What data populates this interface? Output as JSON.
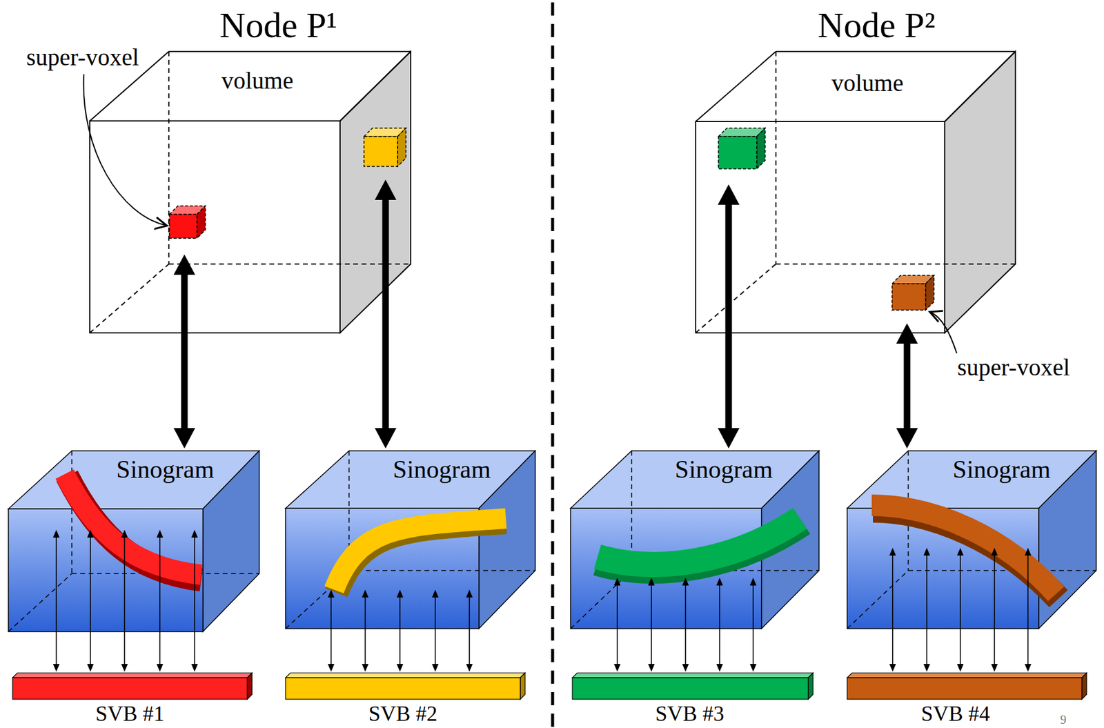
{
  "diagram": {
    "nodes": [
      {
        "text": [
          "volume"
        ]
      },
      {
        "text": [
          "Sinogram"
        ]
      },
      {
        "text": [
          "SVB #1"
        ]
      },
      {
        "text": [
          "Sinogram"
        ]
      },
      {
        "text": [
          "SVB #2"
        ]
      },
      {
        "text": [
          "volume"
        ]
      },
      {
        "text": [
          "Sinogram"
        ]
      },
      {
        "text": [
          "SVB #3"
        ]
      },
      {
        "text": [
          "Sinogram"
        ]
      },
      {
        "text": [
          "SVB #4"
        ]
      }
    ],
    "edges": [
      {
        "from": 0,
        "to": 1,
        "arrow": "both"
      },
      {
        "from": 0,
        "to": 3,
        "arrow": "both"
      },
      {
        "from": 1,
        "to": 2,
        "arrow": "both"
      },
      {
        "from": 3,
        "to": 4,
        "arrow": "both"
      },
      {
        "from": 5,
        "to": 6,
        "arrow": "both"
      },
      {
        "from": 5,
        "to": 8,
        "arrow": "both"
      },
      {
        "from": 6,
        "to": 7,
        "arrow": "both"
      },
      {
        "from": 8,
        "to": 9,
        "arrow": "both"
      }
    ],
    "labels": [
      "Node P¹",
      "super-voxel",
      "Node P²",
      "super-voxel",
      "9"
    ]
  }
}
